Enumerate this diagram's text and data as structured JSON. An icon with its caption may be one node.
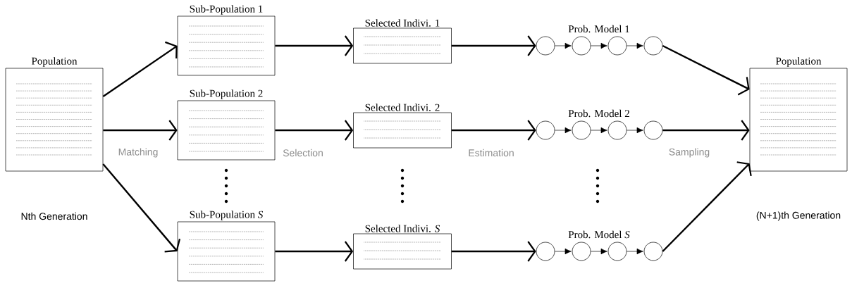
{
  "diagram": {
    "nodes": [
      {
        "text": [
          "Population"
        ]
      },
      {
        "text": [
          "Sub-Population 1"
        ]
      },
      {
        "text": [
          "Sub-Population 2"
        ]
      },
      {
        "text": [
          "Sub-Population *S*"
        ]
      },
      {
        "text": [
          "Selected Indivi. 1"
        ]
      },
      {
        "text": [
          "Selected Indivi. 2"
        ]
      },
      {
        "text": [
          "Selected Indivi. *S*"
        ]
      },
      {
        "text": [],
        "shape": "circle"
      },
      {
        "text": [],
        "shape": "circle"
      },
      {
        "text": [],
        "shape": "circle"
      },
      {
        "text": [],
        "shape": "circle"
      },
      {
        "text": [],
        "shape": "circle"
      },
      {
        "text": [],
        "shape": "circle"
      },
      {
        "text": [],
        "shape": "circle"
      },
      {
        "text": [],
        "shape": "circle"
      },
      {
        "text": [],
        "shape": "circle"
      },
      {
        "text": [],
        "shape": "circle"
      },
      {
        "text": [],
        "shape": "circle"
      },
      {
        "text": [],
        "shape": "circle"
      },
      {
        "text": [
          "Population"
        ]
      }
    ],
    "edges": [
      {
        "from": 0,
        "to": 1,
        "arrow": "to"
      },
      {
        "from": 0,
        "to": 2,
        "arrow": "to"
      },
      {
        "from": 0,
        "to": 3,
        "arrow": "to"
      },
      {
        "from": 1,
        "to": 4,
        "arrow": "to"
      },
      {
        "from": 2,
        "to": 5,
        "arrow": "to"
      },
      {
        "from": 3,
        "to": 6,
        "arrow": "to"
      },
      {
        "from": 4,
        "to": 7,
        "arrow": "to"
      },
      {
        "from": 5,
        "to": 11,
        "arrow": "to"
      },
      {
        "from": 6,
        "to": 15,
        "arrow": "to"
      },
      {
        "from": 7,
        "to": 8,
        "arrow": "to"
      },
      {
        "from": 8,
        "to": 9,
        "arrow": "to"
      },
      {
        "from": 9,
        "to": 10,
        "arrow": "to"
      },
      {
        "from": 11,
        "to": 12,
        "arrow": "to"
      },
      {
        "from": 12,
        "to": 13,
        "arrow": "to"
      },
      {
        "from": 13,
        "to": 14,
        "arrow": "to"
      },
      {
        "from": 15,
        "to": 16,
        "arrow": "to"
      },
      {
        "from": 16,
        "to": 17,
        "arrow": "to"
      },
      {
        "from": 17,
        "to": 18,
        "arrow": "to"
      },
      {
        "from": 10,
        "to": 19,
        "arrow": "to"
      },
      {
        "from": 14,
        "to": 19,
        "arrow": "to"
      },
      {
        "from": 18,
        "to": 19,
        "arrow": "to"
      }
    ],
    "labels": [
      "Prob. Model 1",
      "Prob. Model 2",
      "Matching",
      "Selection",
      "Estimation",
      "Sampling",
      "Nth Generation",
      "(N+1)th Generation",
      "Prob. Model *S*"
    ]
  }
}
